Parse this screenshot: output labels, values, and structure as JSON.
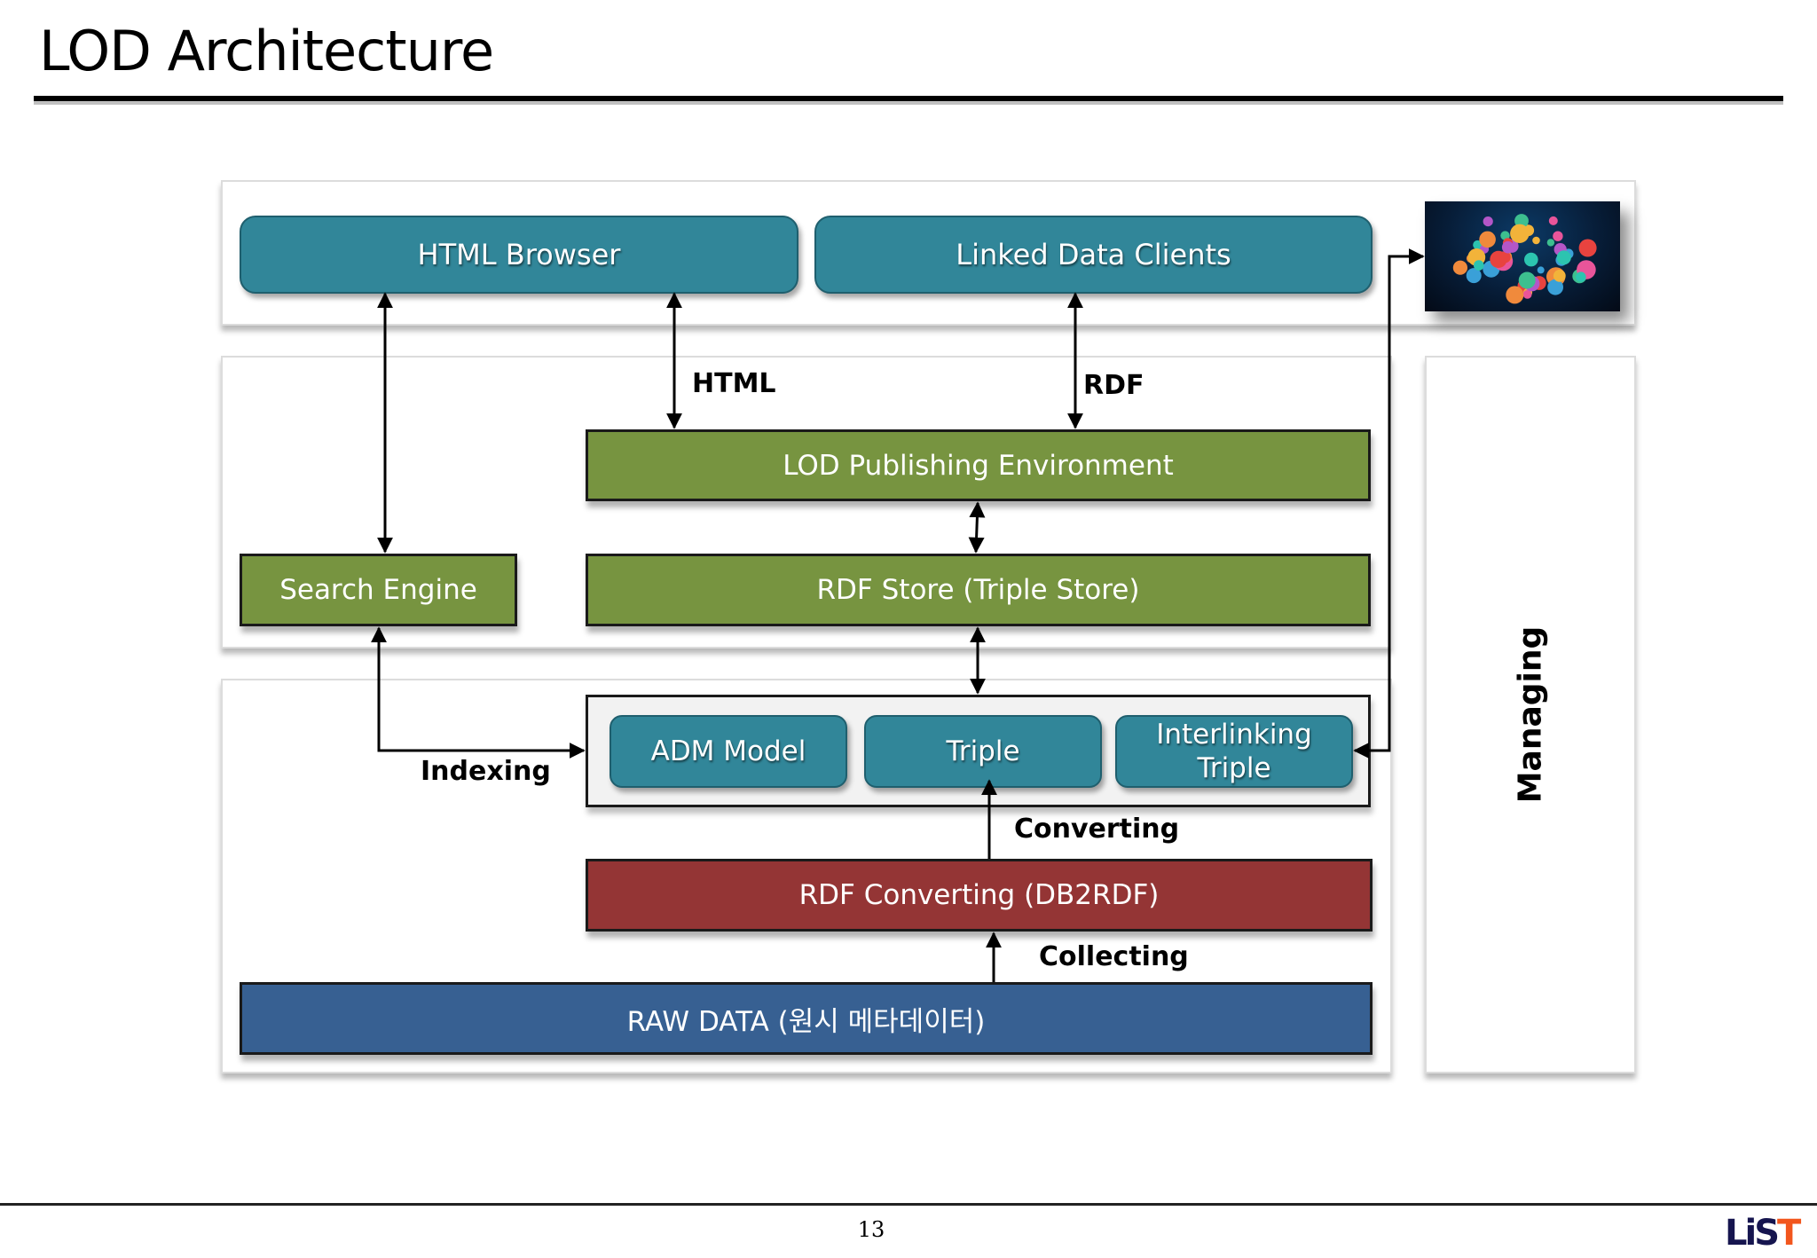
{
  "slide": {
    "title": "LOD Architecture",
    "page_number": "13",
    "logo": {
      "text_main": "LiS",
      "text_accent": "T",
      "colors": {
        "main": "#16154f",
        "accent": "#f2561d"
      }
    }
  },
  "diagram": {
    "colors": {
      "teal": "#318699",
      "green": "#779440",
      "red": "#943535",
      "blue": "#376092"
    },
    "client_layer": {
      "html_browser": "HTML Browser",
      "linked_data_clients": "Linked Data Clients",
      "image": "linked-data-cloud-image"
    },
    "publishing_layer": {
      "lod_publishing": "LOD Publishing Environment",
      "search_engine": "Search Engine",
      "rdf_store": "RDF Store (Triple Store)"
    },
    "data_layer": {
      "adm_model": "ADM Model",
      "triple": "Triple",
      "interlinking_line1": "Interlinking",
      "interlinking_line2": "Triple",
      "rdf_converting": "RDF Converting (DB2RDF)",
      "raw_data": "RAW DATA (원시 메타데이터)"
    },
    "side_panel": {
      "label": "Managing"
    },
    "edge_labels": {
      "html": "HTML",
      "rdf": "RDF",
      "indexing": "Indexing",
      "converting": "Converting",
      "collecting": "Collecting"
    },
    "connections": [
      {
        "from": "HTML Browser",
        "to": "Search Engine",
        "bidirectional": true
      },
      {
        "from": "HTML Browser",
        "to": "LOD Publishing Environment",
        "label": "HTML",
        "bidirectional": true
      },
      {
        "from": "Linked Data Clients",
        "to": "LOD Publishing Environment",
        "label": "RDF",
        "bidirectional": true
      },
      {
        "from": "LOD Publishing Environment",
        "to": "RDF Store (Triple Store)",
        "bidirectional": true
      },
      {
        "from": "RDF Store (Triple Store)",
        "to": "Triple Group",
        "bidirectional": true
      },
      {
        "from": "Search Engine",
        "to": "Triple Group",
        "label": "Indexing",
        "bidirectional": true
      },
      {
        "from": "Linked Data Cloud",
        "to": "Interlinking Triple",
        "bidirectional": true
      },
      {
        "from": "RDF Converting (DB2RDF)",
        "to": "Triple",
        "label": "Converting"
      },
      {
        "from": "RAW DATA",
        "to": "RDF Converting (DB2RDF)",
        "label": "Collecting"
      }
    ]
  }
}
